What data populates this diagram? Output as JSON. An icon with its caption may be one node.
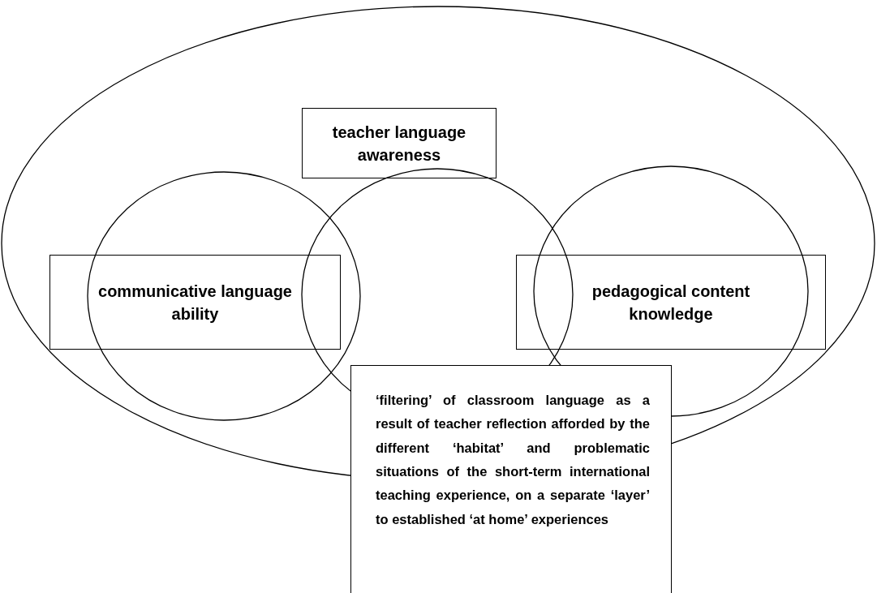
{
  "diagram": {
    "nodes": [
      {
        "text": [],
        "shape": "ellipse"
      },
      {
        "text": [],
        "shape": "ellipse",
        "in": 0
      },
      {
        "text": [],
        "shape": "ellipse",
        "in": 0
      },
      {
        "text": [],
        "shape": "ellipse",
        "in": 0
      },
      {
        "text": [
          "teacher language awareness"
        ],
        "in": 0
      },
      {
        "text": [
          "communicative language ability"
        ],
        "in": 0
      },
      {
        "text": [
          "pedagogical content knowledge"
        ],
        "in": 0
      },
      {
        "text": [
          "‘filtering’ of classroom language as a result of teacher reflection afforded by the different ‘habitat’ and problematic situations of the short-term international teaching experience, on a separate ‘layer’ to established ‘at home’ experiences"
        ]
      }
    ],
    "edges": []
  }
}
